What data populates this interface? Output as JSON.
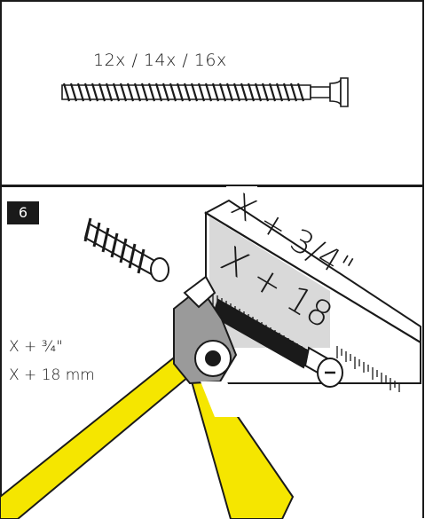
{
  "panel_top": {
    "quantity_label": "12x / 14x / 16x"
  },
  "panel_bottom": {
    "step_number": "6",
    "note_imperial": "X + ¾\"",
    "note_metric": "X + 18 mm",
    "callout_imperial": "X + 3/4\"",
    "callout_metric": "X + 18"
  },
  "colors": {
    "line": "#1a1a1a",
    "handle": "#f5e600",
    "ruler": "#d9d9d9",
    "metal": "#9a9a9a"
  },
  "icons": [
    "screw",
    "cut-piece",
    "cutting-pliers",
    "ruler"
  ]
}
